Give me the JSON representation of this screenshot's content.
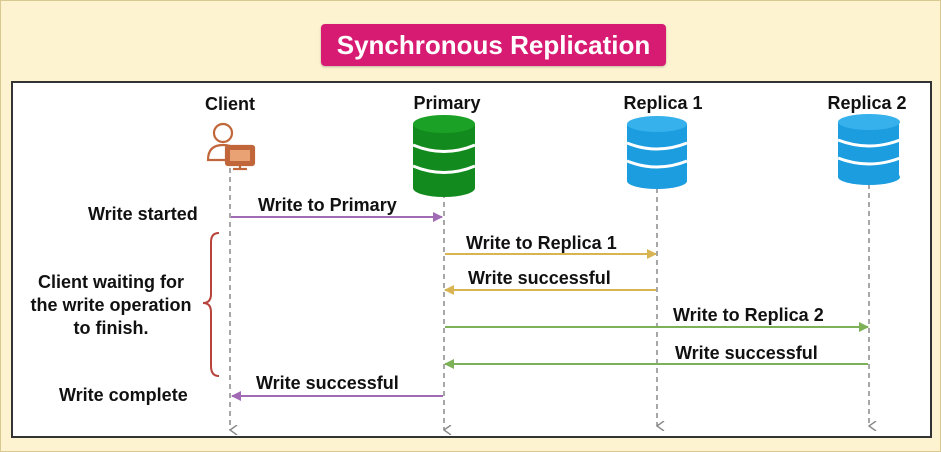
{
  "title": "Synchronous Replication",
  "actors": {
    "client": "Client",
    "primary": "Primary",
    "replica1": "Replica 1",
    "replica2": "Replica 2"
  },
  "notes": {
    "write_started": "Write started",
    "waiting_line1": "Client waiting for",
    "waiting_line2": "the write operation",
    "waiting_line3": "to finish.",
    "write_complete": "Write complete"
  },
  "messages": [
    {
      "label": "Write to Primary"
    },
    {
      "label": "Write to Replica 1"
    },
    {
      "label": "Write successful"
    },
    {
      "label": "Write to Replica 2"
    },
    {
      "label": "Write successful"
    },
    {
      "label": "Write successful"
    }
  ],
  "colors": {
    "title_bg": "#d81b72",
    "page_bg": "#fdf3d1",
    "client_icon": "#c1663a",
    "primary_db": "#138a1e",
    "replica_db": "#1b9de0",
    "client_arrow": "#a06ab4",
    "replica1_arrow": "#d8b453",
    "replica2_arrow": "#7cb157",
    "brace": "#b7433b"
  }
}
